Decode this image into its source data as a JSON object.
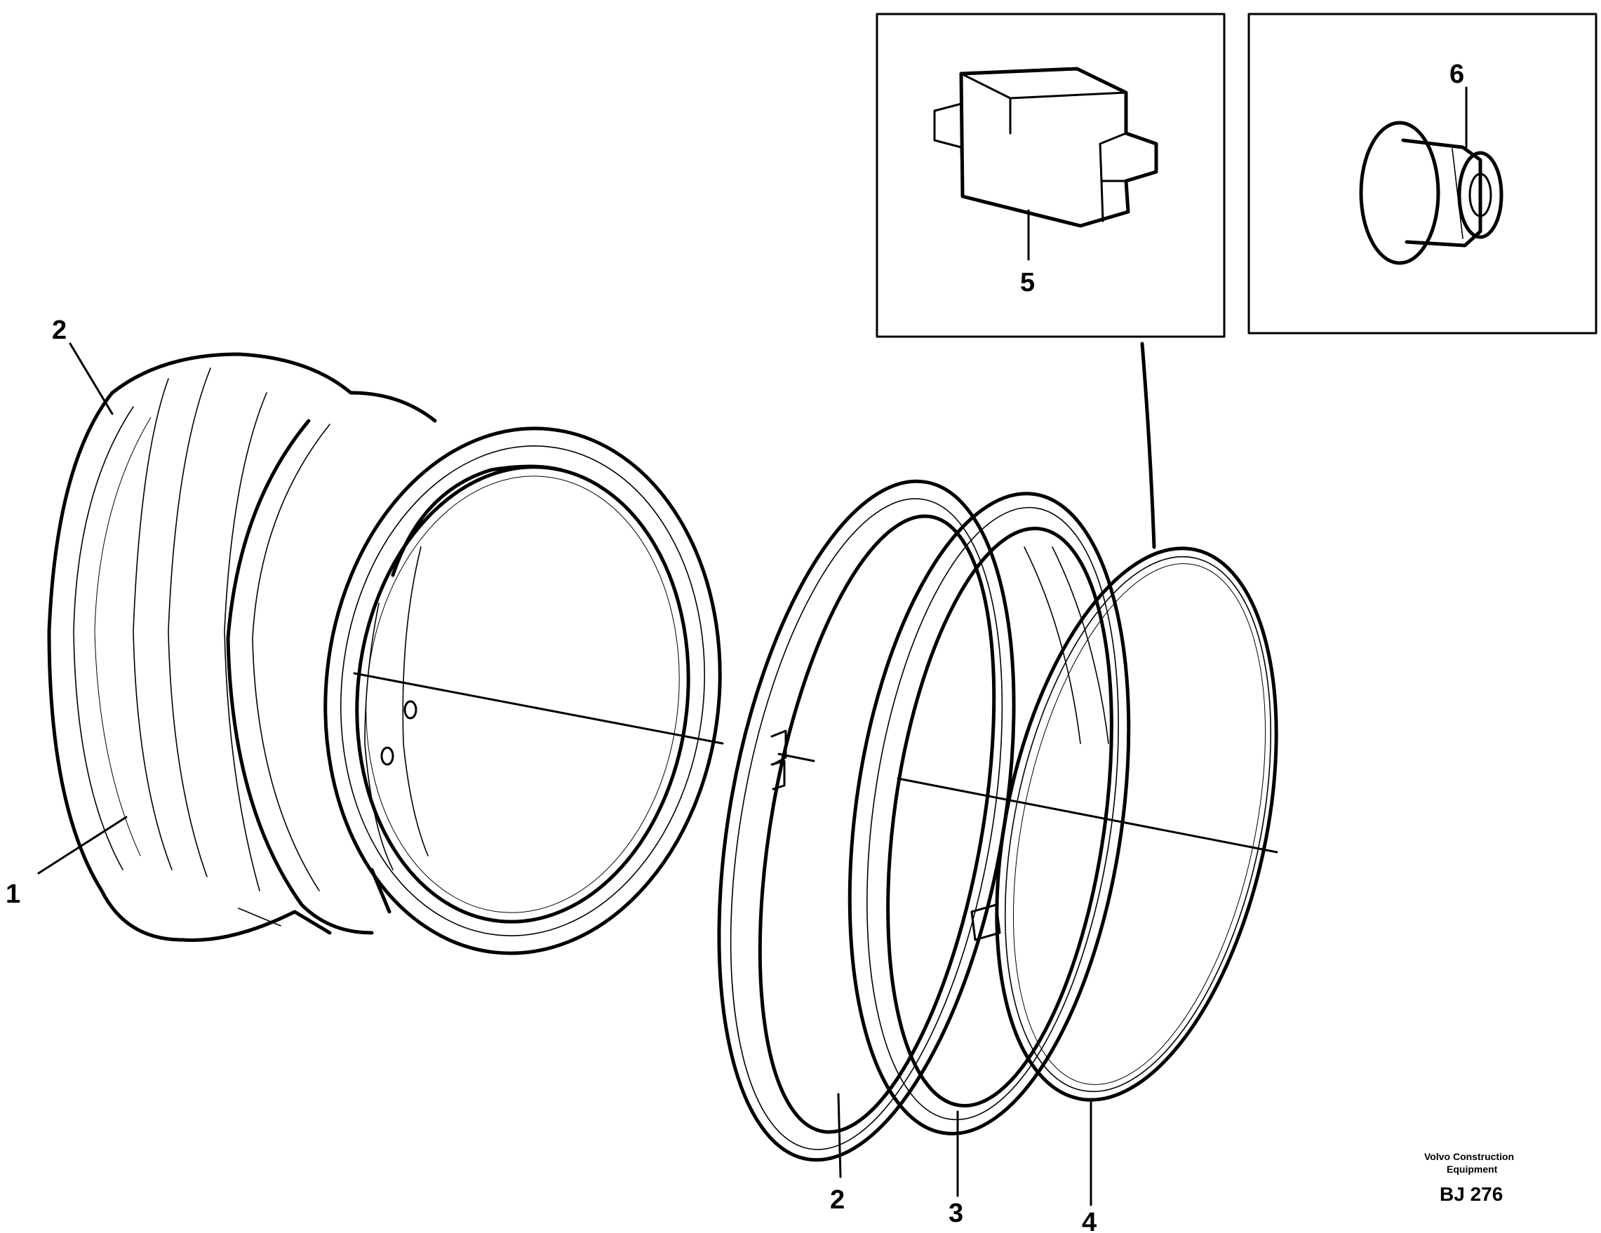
{
  "diagram": {
    "labels": {
      "rim": "1",
      "flange_left": "2",
      "flange_right": "2",
      "seat_ring": "3",
      "lock_ring": "4",
      "key": "5",
      "nut": "6"
    },
    "brand": {
      "line1": "Volvo Construction",
      "line2": "Equipment"
    },
    "reference_code": "BJ 276"
  }
}
